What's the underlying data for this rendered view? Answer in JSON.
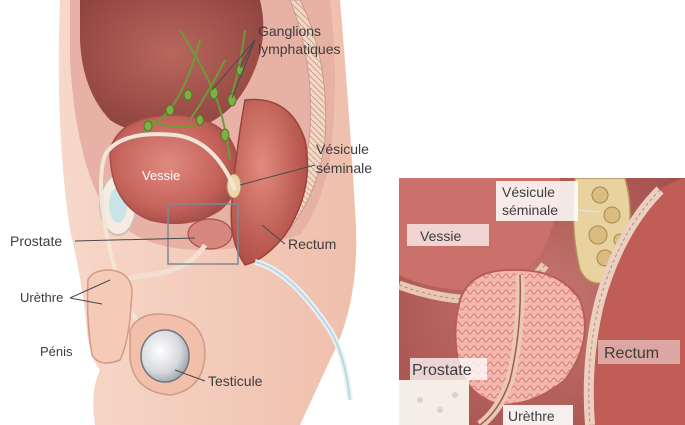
{
  "main_panel": {
    "labels": {
      "ganglions_line1": "Ganglions",
      "ganglions_line2": "lymphatiques",
      "vesicule_line1": "Vésicule",
      "vesicule_line2": "séminale",
      "vessie": "Vessie",
      "prostate": "Prostate",
      "rectum": "Rectum",
      "urethre": "Urèthre",
      "penis": "Pénis",
      "testicule": "Testicule"
    }
  },
  "zoom_panel": {
    "labels": {
      "vesicule_line1": "Vésicule",
      "vesicule_line2": "séminale",
      "vessie": "Vessie",
      "prostate": "Prostate",
      "rectum": "Rectum",
      "urethre": "Urèthre"
    }
  },
  "colors": {
    "skin": "#f3c8b4",
    "bladder": "#c8655d",
    "prostate": "#d88b85",
    "rectum": "#c05a53",
    "lymph": "#6d9a3a",
    "bone": "#f2e6dc",
    "frame": "#7b8a97"
  }
}
